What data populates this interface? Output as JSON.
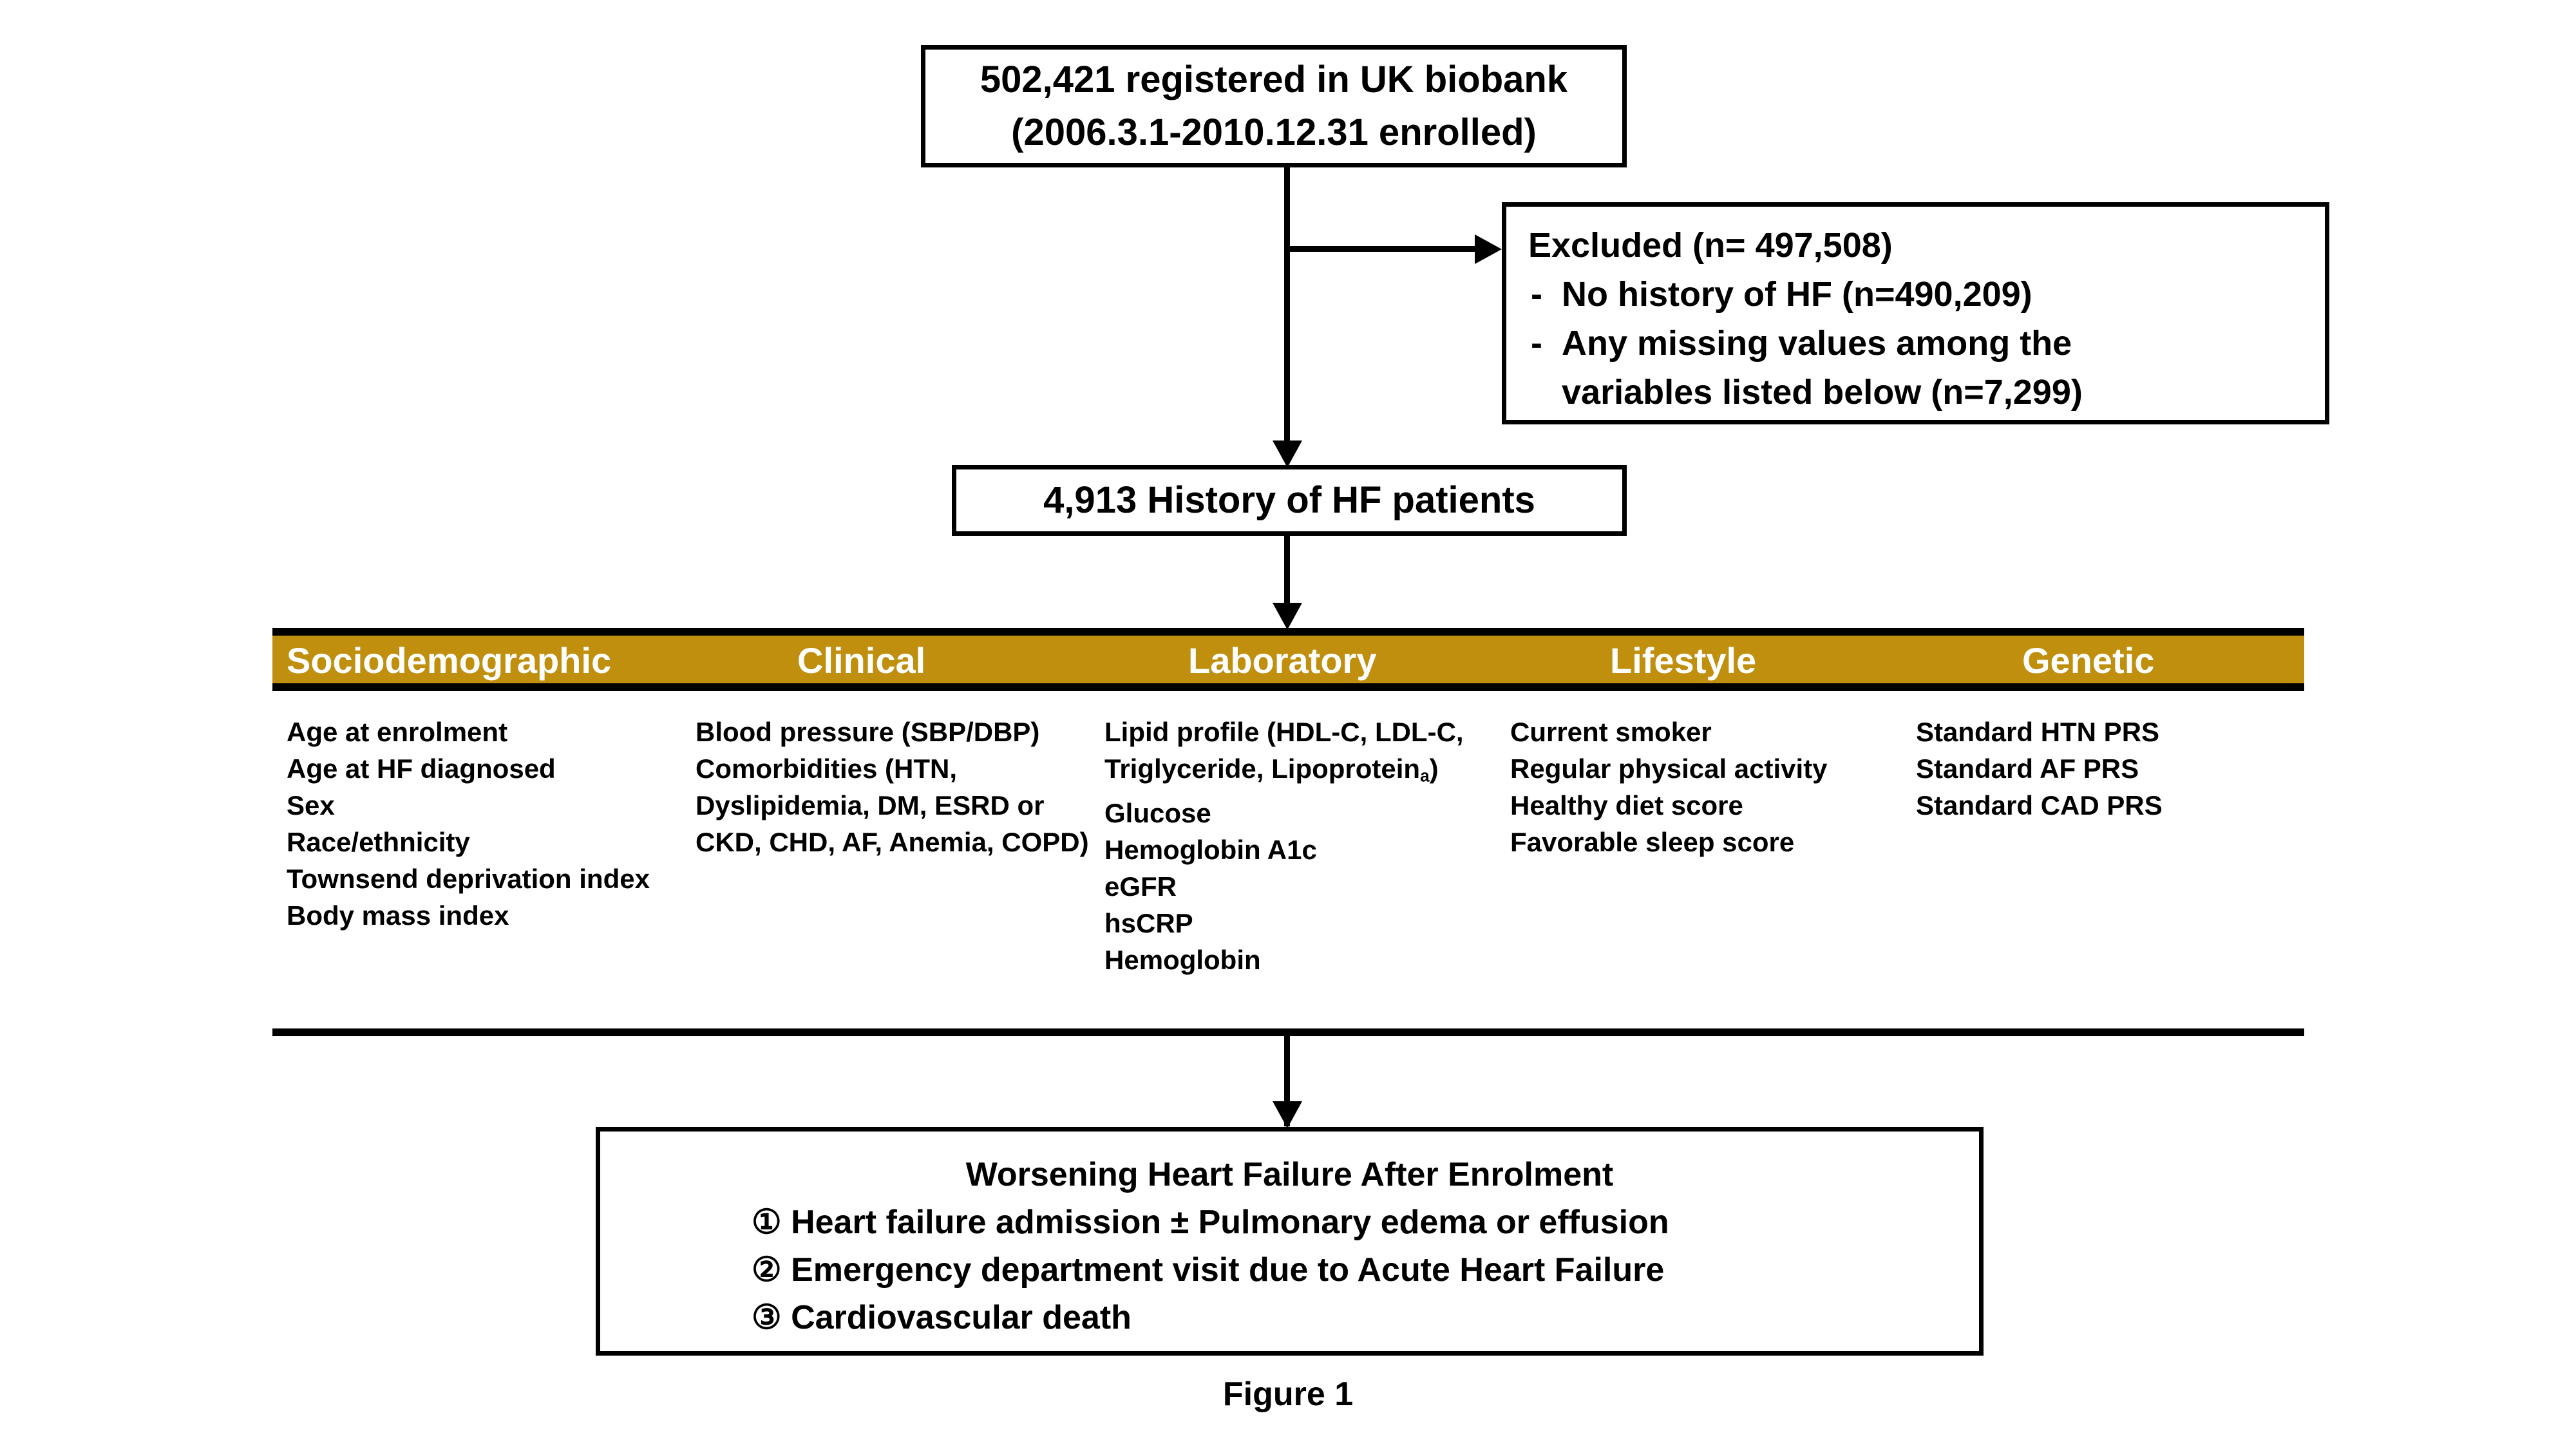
{
  "figure": {
    "caption": "Figure 1"
  },
  "nodes": {
    "registered": {
      "line1": "502,421 registered in UK biobank",
      "line2": "(2006.3.1-2010.12.31 enrolled)"
    },
    "excluded": {
      "title": "Excluded (n= 497,508)",
      "dash": "-",
      "items": [
        {
          "text": "No history of HF (n=490,209)",
          "text2": ""
        },
        {
          "text": "Any missing values among the",
          "text2": "variables listed below (n=7,299)"
        }
      ]
    },
    "history": {
      "label": "4,913 History of HF patients"
    },
    "outcome": {
      "title": "Worsening Heart Failure After Enrolment",
      "items": [
        "① Heart failure admission ± Pulmonary edema or effusion",
        "② Emergency department visit due to Acute Heart Failure",
        "③ Cardiovascular death"
      ]
    }
  },
  "variables_band": {
    "header_background": "#BF8F0D",
    "header_text_color": "#FFFFFF",
    "columns": [
      {
        "header": "Sociodemographic",
        "items": [
          "Age at enrolment",
          "Age at HF diagnosed",
          "Sex",
          "Race/ethnicity",
          "Townsend deprivation index",
          "Body mass index"
        ]
      },
      {
        "header": "Clinical",
        "items": [
          "Blood pressure (SBP/DBP)",
          "Comorbidities (HTN, Dyslipidemia, DM, ESRD or CKD, CHD, AF, Anemia, COPD)"
        ]
      },
      {
        "header": "Laboratory",
        "items": [
          "Lipid profile (HDL-C, LDL-C, Triglyceride, Lipoprotein_a)",
          "Glucose",
          "Hemoglobin A1c",
          "eGFR",
          "hsCRP",
          "Hemoglobin"
        ]
      },
      {
        "header": "Lifestyle",
        "items": [
          "Current smoker",
          "Regular physical activity",
          "Healthy diet score",
          "Favorable sleep score"
        ]
      },
      {
        "header": "Genetic",
        "items": [
          "Standard HTN PRS",
          "Standard AF PRS",
          "Standard CAD PRS"
        ]
      }
    ]
  },
  "laboratory_lipid": {
    "before": "Lipid profile (HDL-C, LDL-C, Triglyceride, Lipoprotein",
    "subscript": "a",
    "after": ")"
  }
}
